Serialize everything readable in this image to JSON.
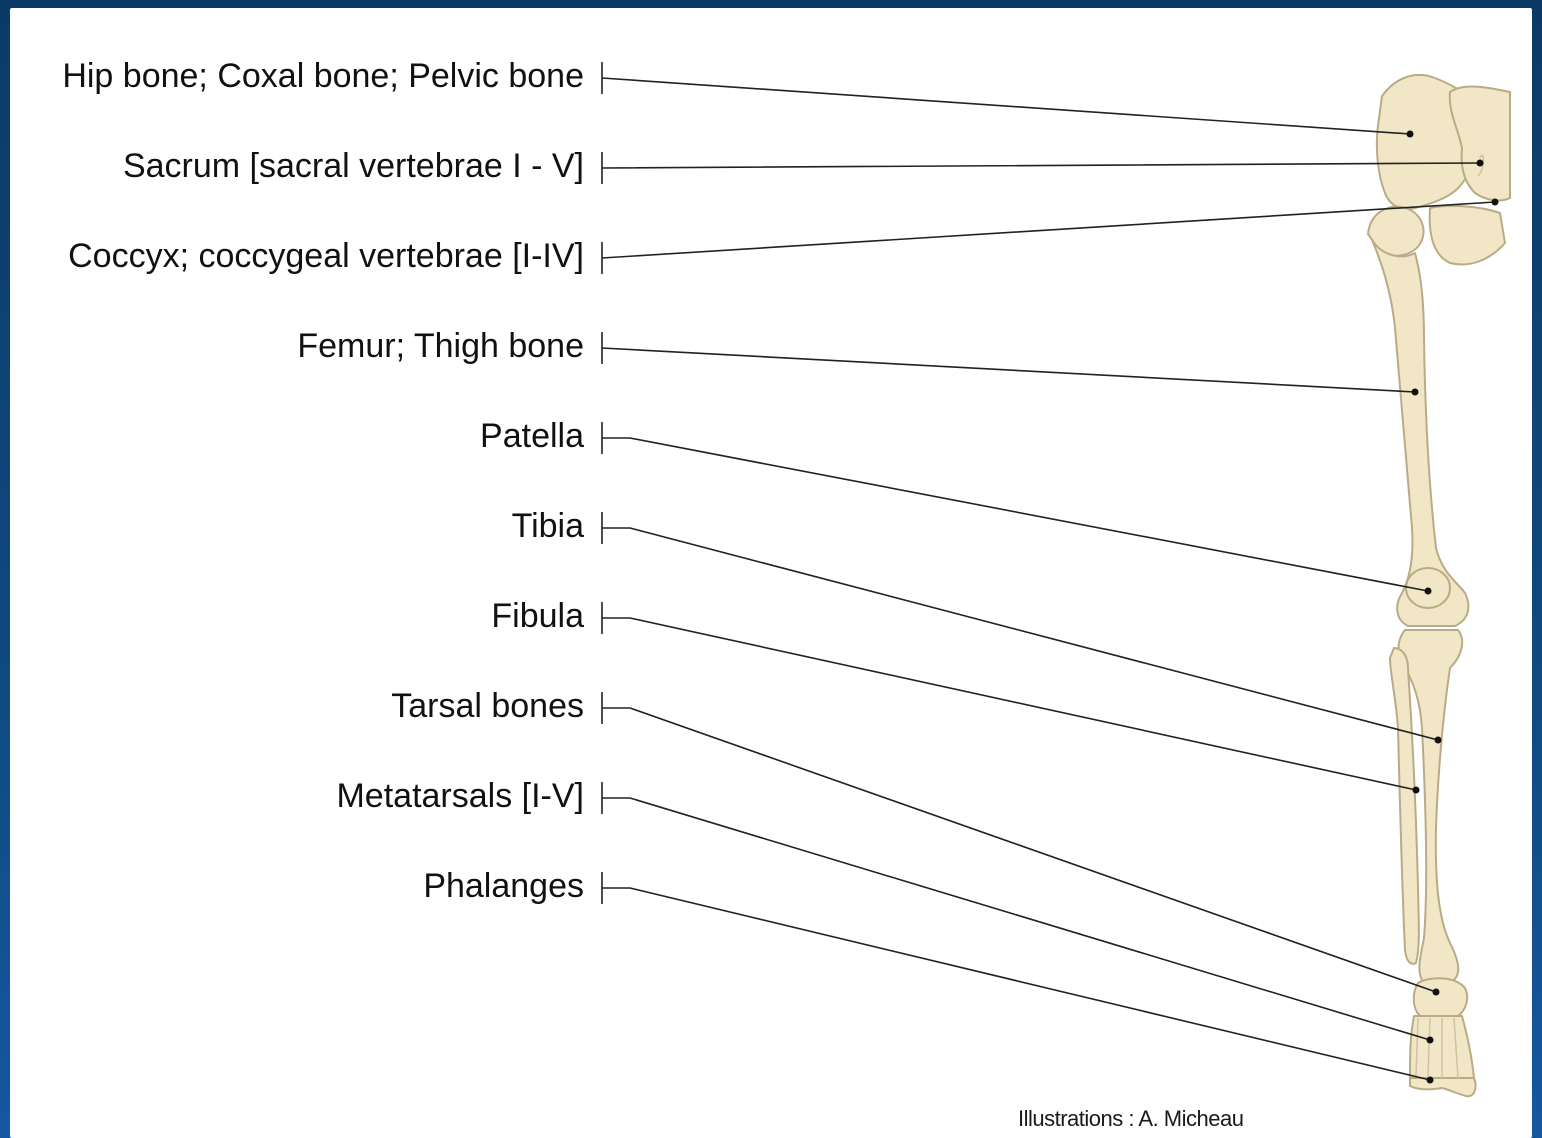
{
  "labels": [
    {
      "id": "hip-bone",
      "text": "Hip bone; Coxal bone; Pelvic bone"
    },
    {
      "id": "sacrum",
      "text": "Sacrum [sacral vertebrae I - V]"
    },
    {
      "id": "coccyx",
      "text": "Coccyx; coccygeal vertebrae [I-IV]"
    },
    {
      "id": "femur",
      "text": "Femur; Thigh bone"
    },
    {
      "id": "patella",
      "text": "Patella"
    },
    {
      "id": "tibia",
      "text": "Tibia"
    },
    {
      "id": "fibula",
      "text": "Fibula"
    },
    {
      "id": "tarsal-bones",
      "text": "Tarsal bones"
    },
    {
      "id": "metatarsals",
      "text": "Metatarsals [I-V]"
    },
    {
      "id": "phalanges",
      "text": "Phalanges"
    }
  ],
  "credit": "Illustrations : A. Micheau",
  "colors": {
    "background": "#0e3f6e",
    "panel": "#ffffff",
    "bone_fill": "#f1e7c6",
    "bone_stroke": "#b9ab86",
    "leader": "#222222"
  }
}
